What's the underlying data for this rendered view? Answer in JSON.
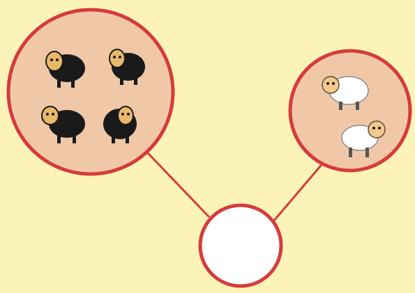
{
  "diagram": {
    "background_color": "#fbf3b8",
    "circle_fill": "#f0c8a8",
    "circle_stroke": "#d63b3b",
    "answer_fill": "#ffffff",
    "groups": [
      {
        "name": "black-sheep",
        "count": 4,
        "sheep_color": "#1a1a1a",
        "face_color": "#e9b86a"
      },
      {
        "name": "white-sheep",
        "count": 2,
        "sheep_color": "#ffffff",
        "face_color": "#f2c98a"
      }
    ],
    "answer_value": ""
  }
}
